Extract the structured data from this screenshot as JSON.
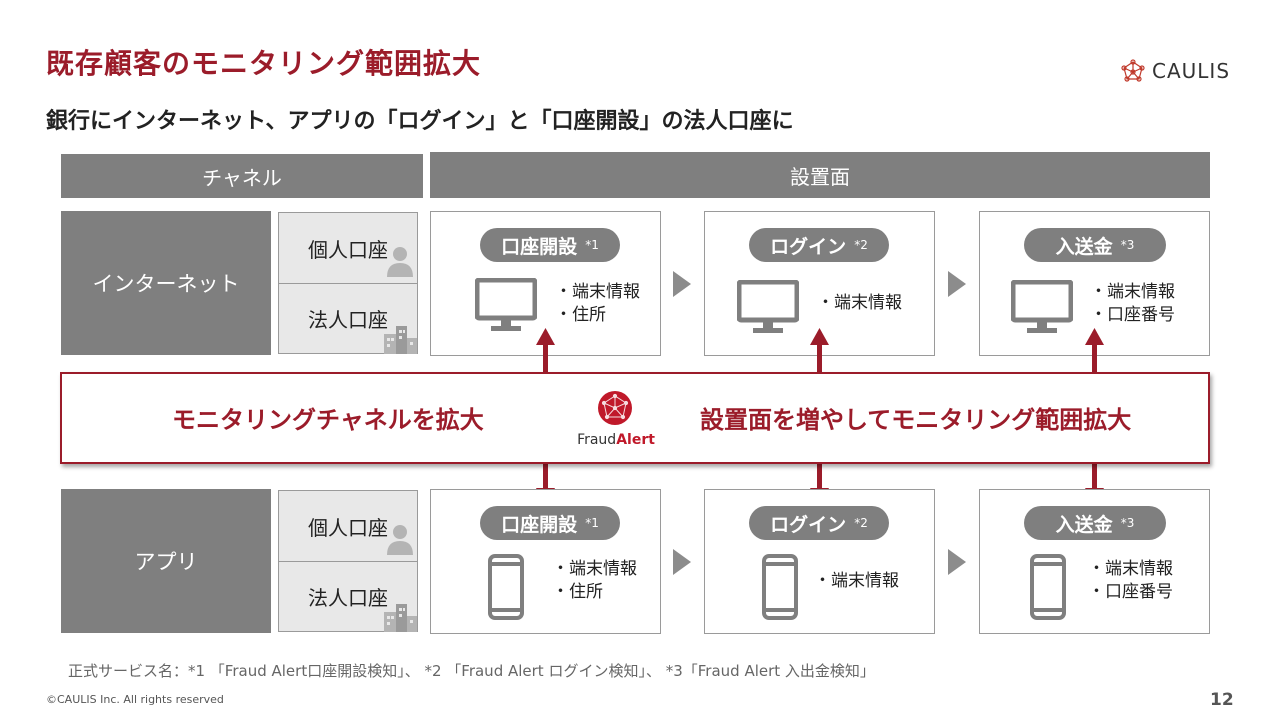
{
  "title": "既存顧客のモニタリング範囲拡大",
  "subtitle": "銀行にインターネット、アプリの「ログイン」と「口座開設」の法人口座に",
  "logo": {
    "text": "CAULIS"
  },
  "headers": {
    "channel": "チャネル",
    "placement": "設置面"
  },
  "rows": [
    {
      "channel": "インターネット",
      "personal": "個人口座",
      "corporate": "法人口座",
      "cards": [
        {
          "label": "口座開設",
          "note": "*1",
          "items": [
            "・端末情報",
            "・住所"
          ]
        },
        {
          "label": "ログイン",
          "note": "*2",
          "items": [
            "・端末情報"
          ]
        },
        {
          "label": "入送金",
          "note": "*3",
          "items": [
            "・端末情報",
            "・口座番号"
          ]
        }
      ]
    },
    {
      "channel": "アプリ",
      "personal": "個人口座",
      "corporate": "法人口座",
      "cards": [
        {
          "label": "口座開設",
          "note": "*1",
          "items": [
            "・端末情報",
            "・住所"
          ]
        },
        {
          "label": "ログイン",
          "note": "*2",
          "items": [
            "・端末情報"
          ]
        },
        {
          "label": "入送金",
          "note": "*3",
          "items": [
            "・端末情報",
            "・口座番号"
          ]
        }
      ]
    }
  ],
  "band": {
    "left": "モニタリングチャネルを拡大",
    "right": "設置面を増やしてモニタリング範囲拡大",
    "fraud_logo_1": "Fraud",
    "fraud_logo_2": "Alert"
  },
  "footnote": "正式サービス名：*1 「Fraud Alert口座開設検知」、 *2 「Fraud Alert ログイン検知」、 *3「Fraud Alert 入出金検知」",
  "copyright": "©CAULIS Inc. All rights reserved",
  "page_number": "12",
  "colors": {
    "accent": "#9b1c2a",
    "gray": "#7f7f7f"
  }
}
